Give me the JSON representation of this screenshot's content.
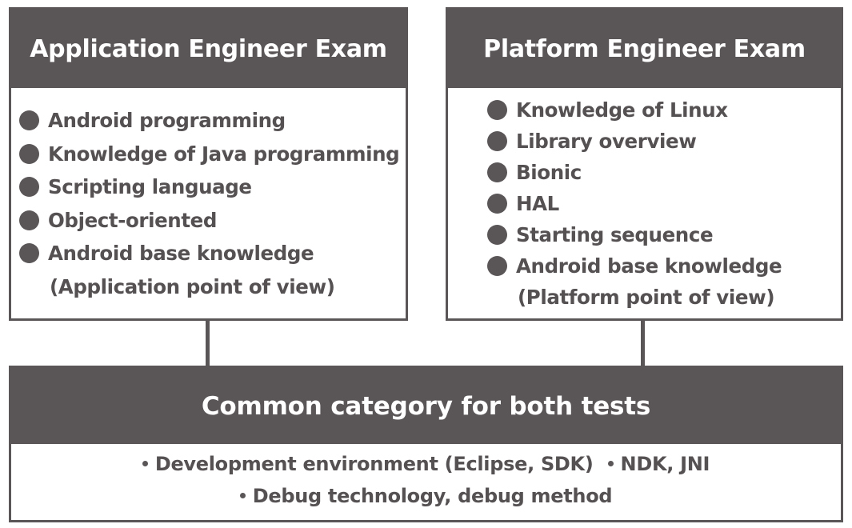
{
  "application_exam": {
    "title": "Application Engineer Exam",
    "items": [
      "Android programming",
      "Knowledge of Java programming",
      "Scripting language",
      "Object-oriented",
      "Android base knowledge"
    ],
    "item_note": "(Application point of view)"
  },
  "platform_exam": {
    "title": "Platform Engineer Exam",
    "items": [
      "Knowledge of Linux",
      "Library overview",
      "Bionic",
      "HAL",
      "Starting sequence",
      "Android base knowledge"
    ],
    "item_note": "(Platform point of view)"
  },
  "common": {
    "title": "Common category for both tests",
    "items": [
      "Development environment (Eclipse, SDK)",
      "NDK, JNI",
      "Debug technology, debug method"
    ]
  },
  "colors": {
    "header_fill": "#5a5556",
    "text": "#555152",
    "background": "#ffffff"
  }
}
